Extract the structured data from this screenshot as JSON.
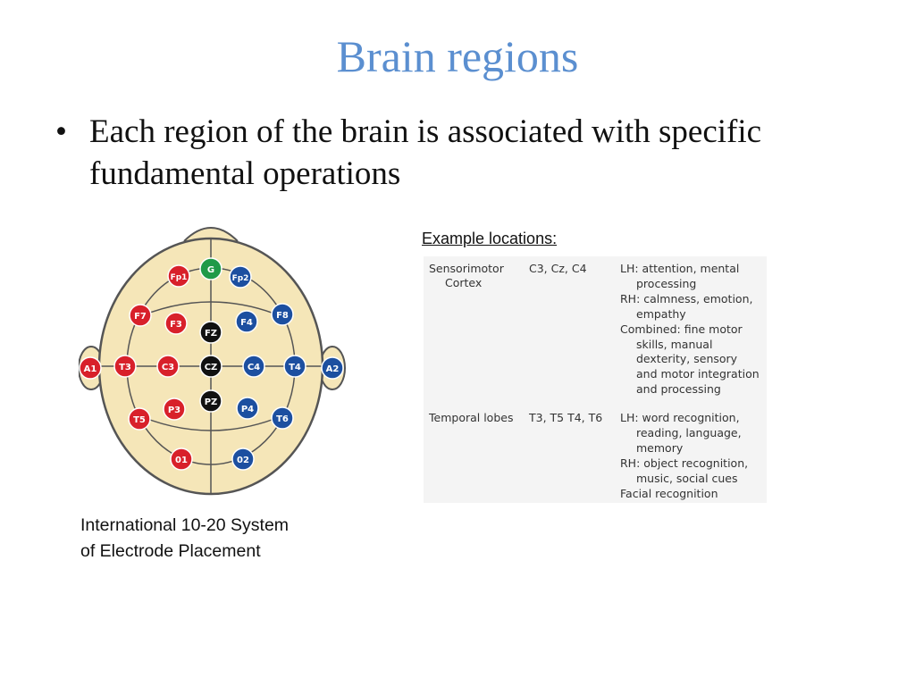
{
  "slide": {
    "title": "Brain regions",
    "bullets": [
      {
        "marker": "•",
        "text": "Each region of the brain is associated with specific fundamental operations"
      }
    ]
  },
  "figure": {
    "caption_line1": "International 10-20 System",
    "caption_line2": "of Electrode Placement",
    "electrode_colors": {
      "ground": "#1f9a48",
      "left": "#d8202a",
      "midline": "#111111",
      "right": "#1c4fa0",
      "head_fill": "#f5e6b8"
    },
    "electrodes": {
      "G": "G",
      "Fp1": "Fp1",
      "Fp2": "Fp2",
      "F7": "F7",
      "F3": "F3",
      "FZ": "FZ",
      "F4": "F4",
      "F8": "F8",
      "A1": "A1",
      "T3": "T3",
      "C3": "C3",
      "CZ": "CZ",
      "C4": "C4",
      "T4": "T4",
      "A2": "A2",
      "T5": "T5",
      "P3": "P3",
      "PZ": "PZ",
      "P4": "P4",
      "T6": "T6",
      "O1": "01",
      "O2": "02"
    }
  },
  "examples": {
    "heading": "Example locations:",
    "rows": [
      {
        "region_line1": "Sensorimotor",
        "region_line2": "Cortex",
        "electrodes": "C3, Cz, C4",
        "function_lines": [
          "LH: attention, mental",
          "processing",
          "RH: calmness, emotion,",
          "empathy",
          "Combined: fine motor",
          "skills, manual",
          "dexterity, sensory",
          "and motor integration",
          "and processing"
        ]
      },
      {
        "region_line1": "Temporal lobes",
        "electrodes": "T3, T5 T4, T6",
        "function_lines": [
          "LH: word recognition,",
          "reading, language,",
          "memory",
          "RH: object recognition,",
          "music, social cues",
          "Facial recognition"
        ]
      }
    ]
  }
}
